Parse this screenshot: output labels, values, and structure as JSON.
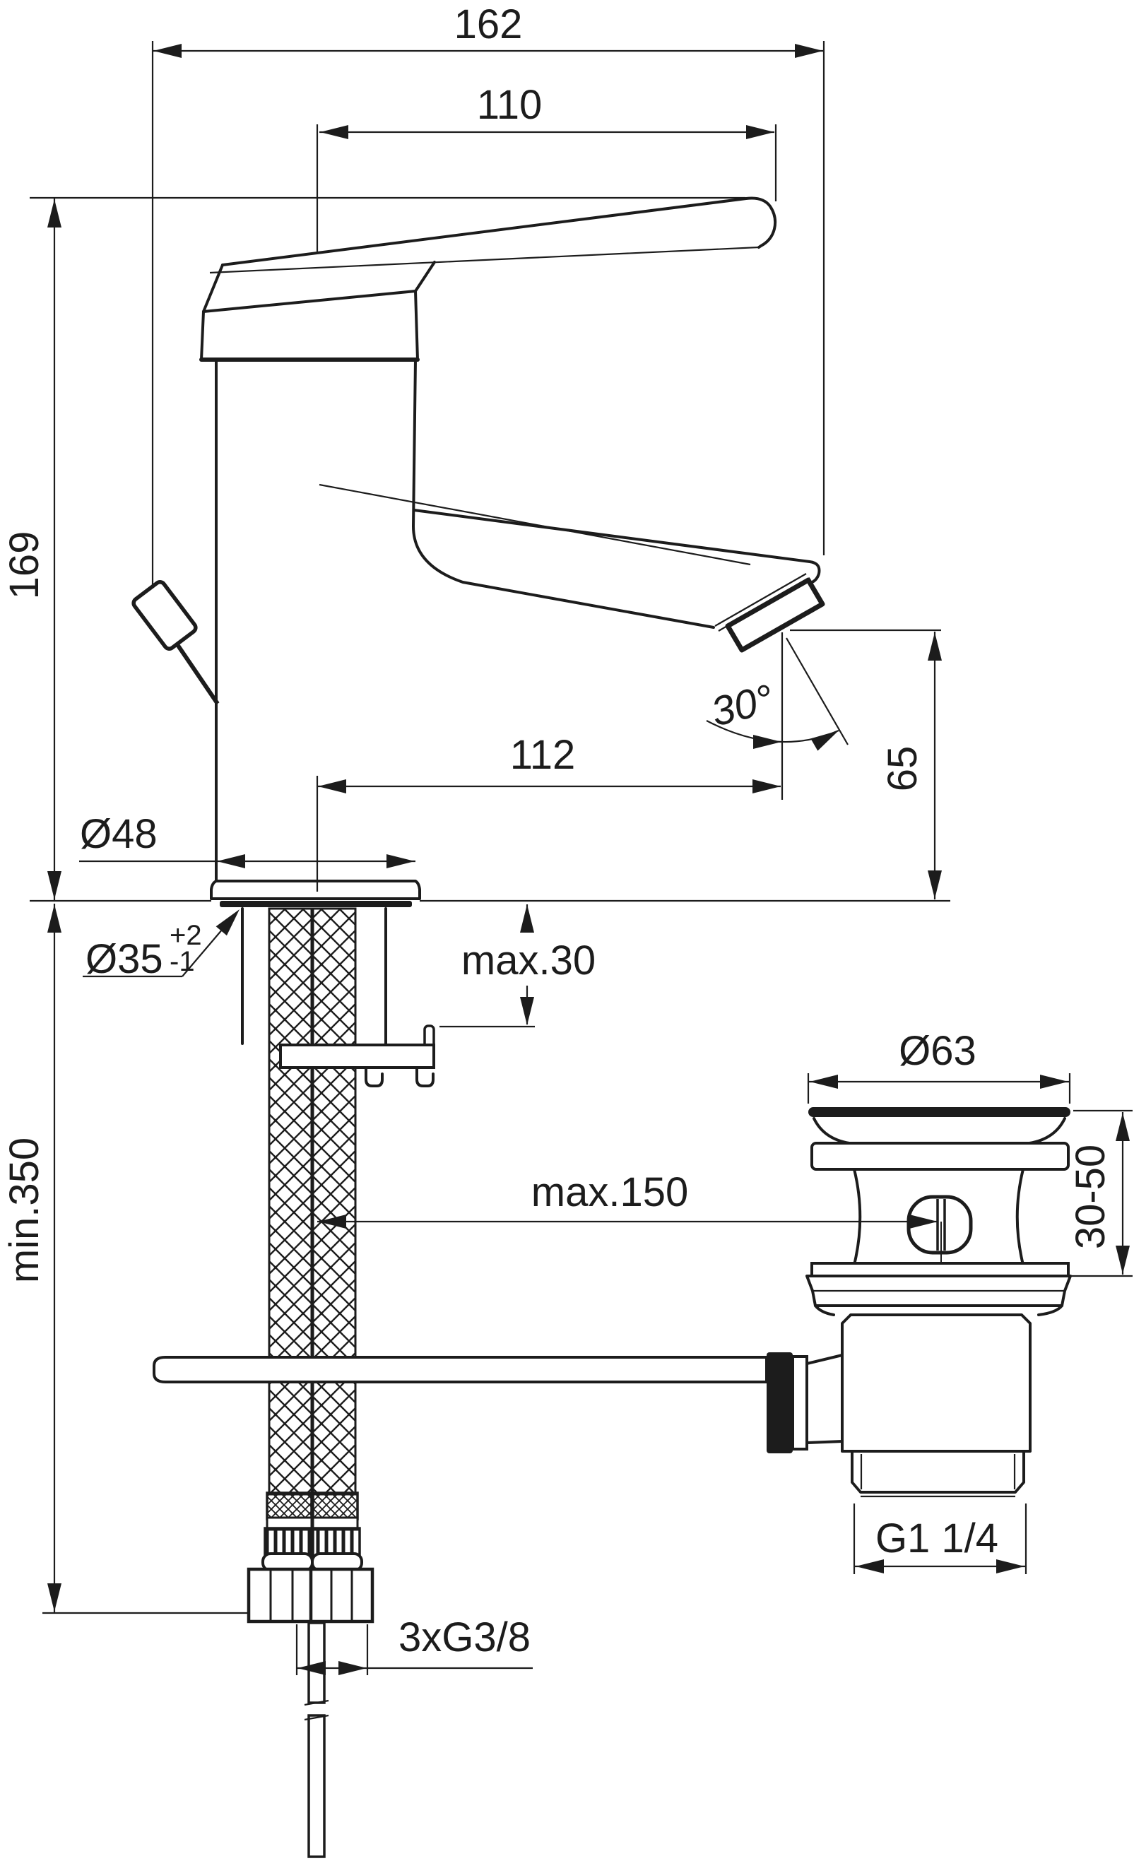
{
  "drawing": {
    "title": "Basin mixer technical installation drawing",
    "type": "dimensioned engineering drawing, side view",
    "colors": {
      "line": "#1c1c1c",
      "background": "#ffffff"
    },
    "dimensions": {
      "overall_projection": "162",
      "handle_projection": "110",
      "total_height": "169",
      "outlet_angle": "30°",
      "spout_projection": "112",
      "outlet_height": "65",
      "body_diameter": "Ø48",
      "hole_diameter": "Ø35",
      "hole_tol_plus": "+2",
      "hole_tol_minus": "-1",
      "deck_thickness": "max.30",
      "hose_length_below_deck": "min.350",
      "rod_horizontal_reach": "max.150",
      "waste_flange_diameter": "Ø63",
      "basin_thickness_range": "30-50",
      "waste_thread": "G1 1/4",
      "supply_thread": "3xG3/8"
    }
  }
}
